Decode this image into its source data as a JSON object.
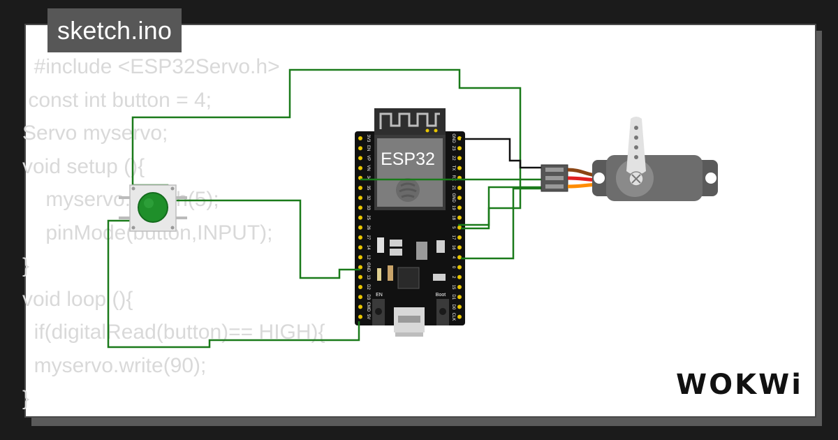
{
  "tab": {
    "title": "sketch.ino"
  },
  "code": {
    "lines": [
      "  #include <ESP32Servo.h>",
      " const int button = 4;",
      "Servo myservo;",
      "void setup (){",
      "    myservo.attach(5);",
      "    pinMode(button,INPUT);",
      "}",
      "void loop (){",
      "  if(digitalRead(button)== HIGH){",
      "  myservo.write(90);",
      "}"
    ]
  },
  "board": {
    "label": "ESP32",
    "left_pins": [
      "3V3",
      "EN",
      "VP",
      "VN",
      "34",
      "35",
      "32",
      "33",
      "25",
      "26",
      "27",
      "14",
      "12",
      "GND",
      "13",
      "D2",
      "D3",
      "CMD",
      "5V"
    ],
    "right_pins": [
      "GND",
      "23",
      "22",
      "TX",
      "RX",
      "21",
      "GND",
      "19",
      "18",
      "5",
      "17",
      "16",
      "4",
      "0",
      "2",
      "15",
      "D1",
      "D0",
      "CLK"
    ],
    "en_label": "EN",
    "boot_label": "Boot"
  },
  "logo": {
    "text": "WOKWi"
  },
  "colors": {
    "wire": "#1a7a1a",
    "wire_black": "#111111",
    "servo_brown": "#8b4513",
    "servo_red": "#e02020",
    "servo_orange": "#ff8c00",
    "button_cap": "#1f8f2a",
    "code_text": "#d9d9d9"
  }
}
